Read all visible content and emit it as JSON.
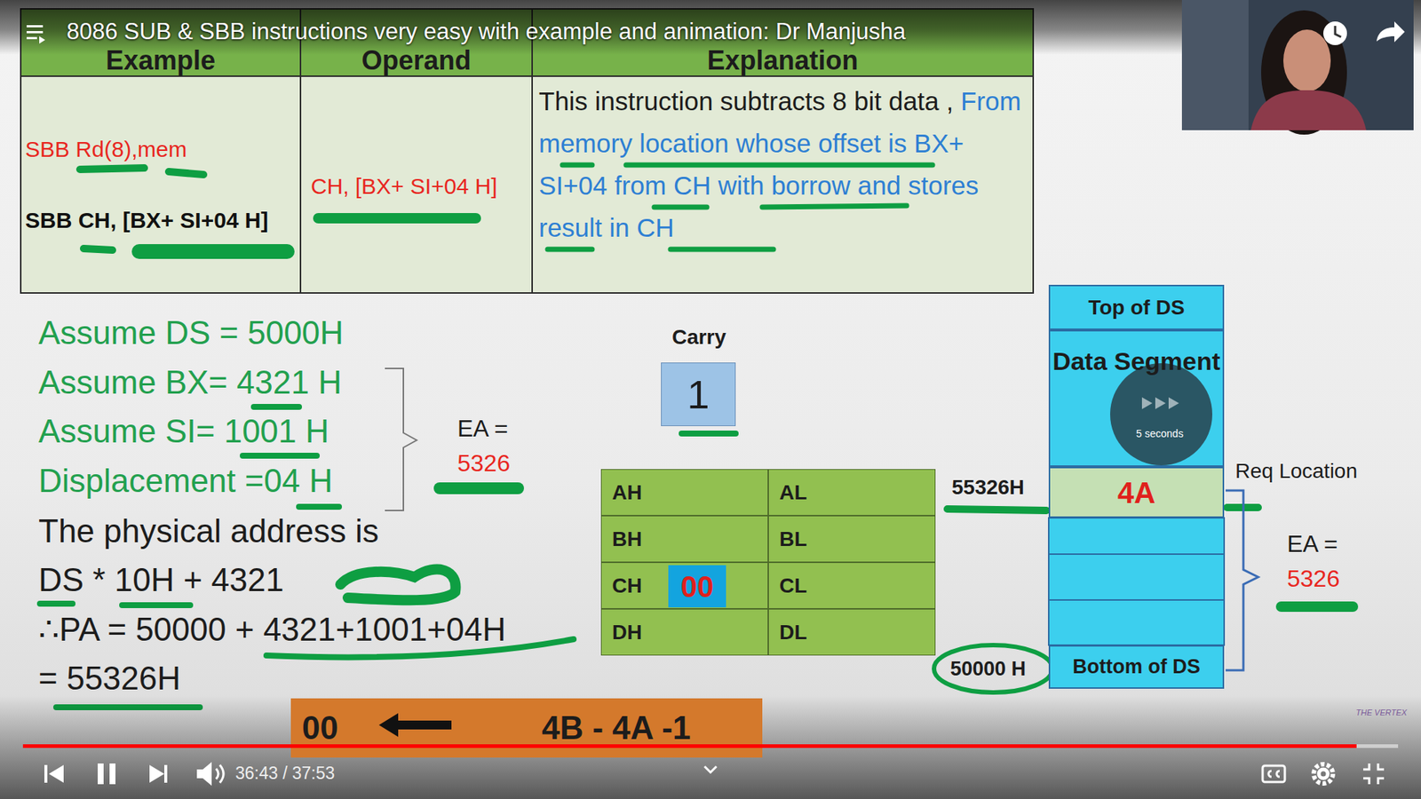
{
  "diagram": {
    "title": "8086 SUB & SBB instructions very easy with example and animation: Dr Manjusha",
    "nodes": [
      {
        "text": [
          "Carry",
          "1"
        ]
      },
      {
        "text": [
          "AH"
        ]
      },
      {
        "text": [
          "AL"
        ]
      },
      {
        "text": [
          "BH"
        ]
      },
      {
        "text": [
          "BL"
        ]
      },
      {
        "text": [
          "CH"
        ]
      },
      {
        "text": [
          "00"
        ],
        "in": 5
      },
      {
        "text": [
          "CL"
        ]
      },
      {
        "text": [
          "DH"
        ]
      },
      {
        "text": [
          "DL"
        ]
      },
      {
        "text": [
          "Top of DS"
        ]
      },
      {
        "text": [
          "Data Segment"
        ]
      },
      {
        "text": [
          "4A"
        ]
      },
      {
        "text": [
          "Bottom of DS"
        ]
      },
      {
        "text": [
          "00",
          "4B - 4A -1"
        ]
      }
    ],
    "labels": [
      "Example",
      "Operand",
      "Explanation",
      "SBB Rd(8),mem",
      "SBB CH, [BX+ SI+04 H]",
      "CH, [BX+ SI+04 H]",
      "This instruction subtracts 8 bit data ,",
      "From memory location whose offset is BX+ SI+04 from CH with borrow and stores result in CH",
      "Assume DS = 5000H",
      "Assume BX= 4321 H",
      "Assume SI= 1001 H",
      "Displacement =04 H",
      "The physical address is",
      "DS * 10H + 4321",
      "∴PA = 50000 + 4321+1001+04H",
      "= 55326H",
      "EA =",
      "5326",
      "55326H",
      "50000 H",
      "Req Location",
      "EA =",
      "5326",
      "5 seconds",
      "36:43 / 37:53",
      "THE VERTEX"
    ]
  }
}
